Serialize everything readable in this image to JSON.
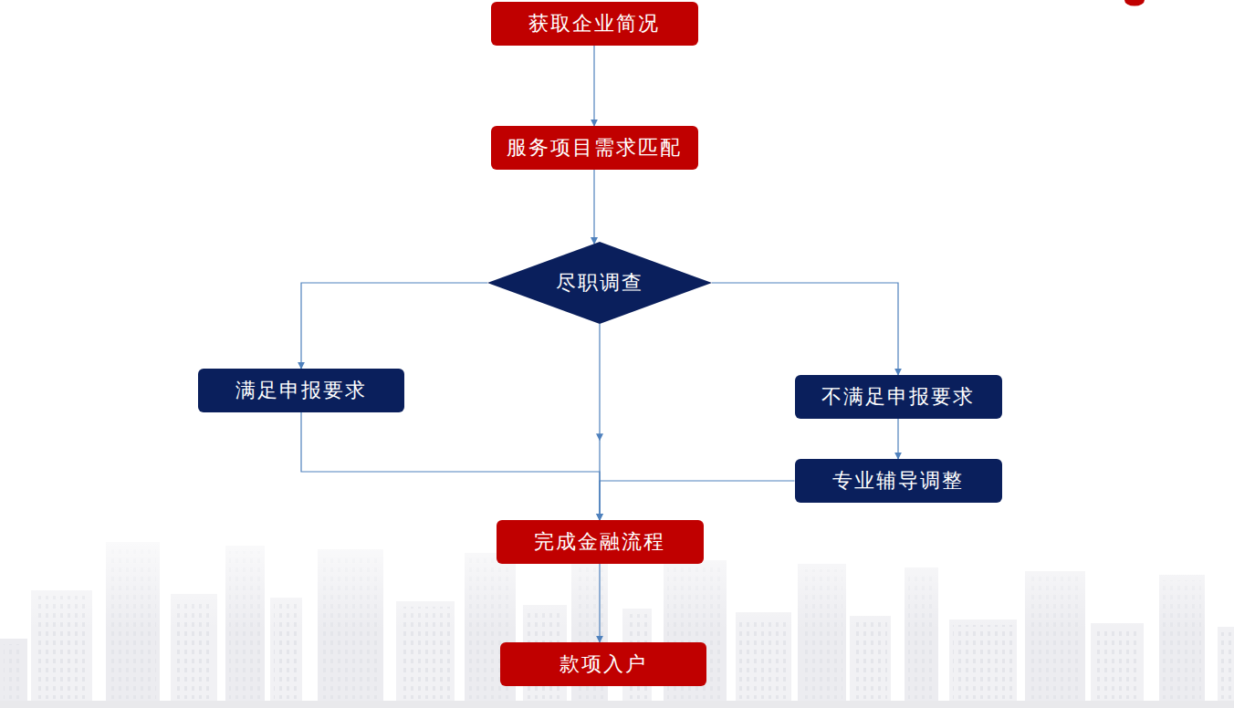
{
  "diagram": {
    "nodes": [
      {
        "text": [
          "获取企业简况"
        ]
      },
      {
        "text": [
          "服务项目需求匹配"
        ]
      },
      {
        "text": [
          "尽职调查"
        ]
      },
      {
        "text": [
          "满足申报要求"
        ]
      },
      {
        "text": [
          "不满足申报要求"
        ]
      },
      {
        "text": [
          "专业辅导调整"
        ]
      },
      {
        "text": [
          "完成金融流程"
        ]
      },
      {
        "text": [
          "款项入户"
        ]
      }
    ],
    "edges": [
      {
        "from": 0,
        "to": 1,
        "arrow": "to"
      },
      {
        "from": 1,
        "to": 2,
        "arrow": "to"
      },
      {
        "from": 2,
        "to": 3,
        "arrow": "to"
      },
      {
        "from": 2,
        "to": 4,
        "arrow": "to"
      },
      {
        "from": 2,
        "to": 6,
        "arrow": "to"
      },
      {
        "from": 3,
        "to": 6,
        "arrow": "to"
      },
      {
        "from": 4,
        "to": 5,
        "arrow": "to"
      },
      {
        "from": 5,
        "to": 6,
        "arrow": "to"
      },
      {
        "from": 6,
        "to": 7,
        "arrow": "to"
      }
    ]
  }
}
